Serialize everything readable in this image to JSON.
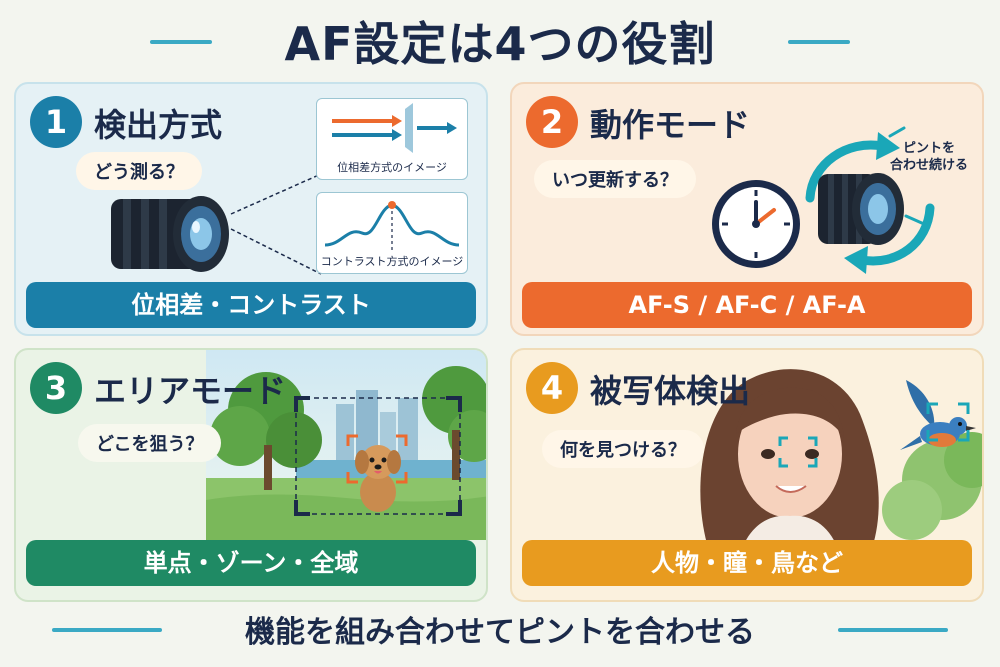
{
  "title": "AF設定は4つの役割",
  "footer": "機能を組み合わせてピントを合わせる",
  "colors": {
    "navy": "#1b2a4a",
    "accent_line": "#3aa9c4",
    "panel1": "#1b7fa8",
    "panel2": "#ec6a2e",
    "panel3": "#1f8a64",
    "panel4": "#e89b1f"
  },
  "panels": [
    {
      "number": "1",
      "title": "検出方式",
      "question": "どう測る？",
      "bar": "位相差・コントラスト",
      "inset_phase": "位相差方式のイメージ",
      "inset_contrast": "コントラスト方式のイメージ",
      "icons": [
        "camera-lens-icon",
        "phase-arrows-icon",
        "contrast-curve-icon"
      ]
    },
    {
      "number": "2",
      "title": "動作モード",
      "question": "いつ更新する？",
      "bar": "AF-S / AF-C / AF-A",
      "note": "ピントを\n合わせ続ける",
      "icons": [
        "clock-icon",
        "camera-lens-icon",
        "cycle-arrows-icon"
      ]
    },
    {
      "number": "3",
      "title": "エリアモード",
      "question": "どこを狙う？",
      "bar": "単点・ゾーン・全域",
      "icons": [
        "park-scene",
        "dog-icon",
        "focus-frame-icon"
      ]
    },
    {
      "number": "4",
      "title": "被写体検出",
      "question": "何を見つける？",
      "bar": "人物・瞳・鳥など",
      "icons": [
        "woman-portrait",
        "eye-detect-icon",
        "bird-icon"
      ]
    }
  ]
}
